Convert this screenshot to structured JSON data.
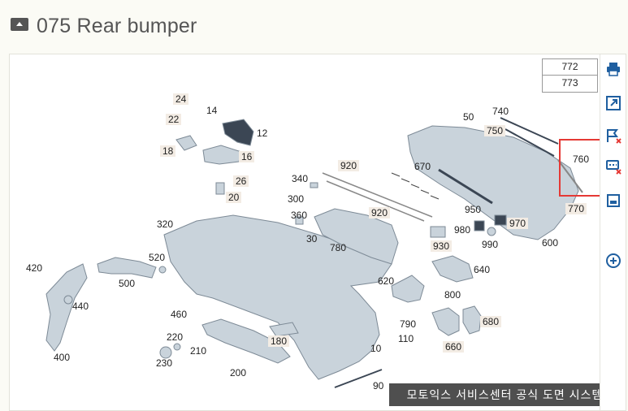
{
  "page": {
    "title": "075 Rear bumper"
  },
  "reference_numbers": [
    "772",
    "773"
  ],
  "callouts": [
    {
      "id": "c24",
      "text": "24",
      "shaded": true
    },
    {
      "id": "c14",
      "text": "14",
      "shaded": false
    },
    {
      "id": "c22",
      "text": "22",
      "shaded": true
    },
    {
      "id": "c12",
      "text": "12",
      "shaded": false
    },
    {
      "id": "c18",
      "text": "18",
      "shaded": true
    },
    {
      "id": "c16",
      "text": "16",
      "shaded": true
    },
    {
      "id": "c26",
      "text": "26",
      "shaded": true
    },
    {
      "id": "c20",
      "text": "20",
      "shaded": true
    },
    {
      "id": "c920a",
      "text": "920",
      "shaded": true
    },
    {
      "id": "c340",
      "text": "340",
      "shaded": false
    },
    {
      "id": "c300",
      "text": "300",
      "shaded": false
    },
    {
      "id": "c360",
      "text": "360",
      "shaded": false
    },
    {
      "id": "c920b",
      "text": "920",
      "shaded": true
    },
    {
      "id": "c320",
      "text": "320",
      "shaded": false
    },
    {
      "id": "c30",
      "text": "30",
      "shaded": false
    },
    {
      "id": "c780",
      "text": "780",
      "shaded": false
    },
    {
      "id": "c50",
      "text": "50",
      "shaded": false
    },
    {
      "id": "c740",
      "text": "740",
      "shaded": false
    },
    {
      "id": "c750",
      "text": "750",
      "shaded": true
    },
    {
      "id": "c760",
      "text": "760",
      "shaded": false
    },
    {
      "id": "c670",
      "text": "670",
      "shaded": false
    },
    {
      "id": "c950",
      "text": "950",
      "shaded": false
    },
    {
      "id": "c970",
      "text": "970",
      "shaded": true
    },
    {
      "id": "c770",
      "text": "770",
      "shaded": true
    },
    {
      "id": "c980",
      "text": "980",
      "shaded": false
    },
    {
      "id": "c990",
      "text": "990",
      "shaded": false
    },
    {
      "id": "c930",
      "text": "930",
      "shaded": true
    },
    {
      "id": "c600",
      "text": "600",
      "shaded": false
    },
    {
      "id": "c420",
      "text": "420",
      "shaded": false
    },
    {
      "id": "c520",
      "text": "520",
      "shaded": false
    },
    {
      "id": "c500",
      "text": "500",
      "shaded": false
    },
    {
      "id": "c440",
      "text": "440",
      "shaded": false
    },
    {
      "id": "c640",
      "text": "640",
      "shaded": false
    },
    {
      "id": "c620",
      "text": "620",
      "shaded": false
    },
    {
      "id": "c800",
      "text": "800",
      "shaded": false
    },
    {
      "id": "c460",
      "text": "460",
      "shaded": false
    },
    {
      "id": "c400",
      "text": "400",
      "shaded": false
    },
    {
      "id": "c790",
      "text": "790",
      "shaded": false
    },
    {
      "id": "c680",
      "text": "680",
      "shaded": true
    },
    {
      "id": "c220",
      "text": "220",
      "shaded": false
    },
    {
      "id": "c210",
      "text": "210",
      "shaded": false
    },
    {
      "id": "c180",
      "text": "180",
      "shaded": true
    },
    {
      "id": "c110",
      "text": "110",
      "shaded": false
    },
    {
      "id": "c660",
      "text": "660",
      "shaded": true
    },
    {
      "id": "c230",
      "text": "230",
      "shaded": false
    },
    {
      "id": "c10",
      "text": "10",
      "shaded": false
    },
    {
      "id": "c200",
      "text": "200",
      "shaded": false
    },
    {
      "id": "c90",
      "text": "90",
      "shaded": false
    }
  ],
  "toolbar": [
    {
      "name": "print-icon"
    },
    {
      "name": "open-external-icon"
    },
    {
      "name": "flag-remove-icon"
    },
    {
      "name": "comment-remove-icon"
    },
    {
      "name": "window-icon"
    },
    {
      "name": "zoom-in-icon"
    }
  ],
  "watermark": "모토익스 서비스센터 공식 도면 시스템",
  "colors": {
    "accent": "#1f5fa0",
    "highlight": "#e53935",
    "part_fill": "#c9d3db",
    "part_stroke": "#7d8a96"
  }
}
